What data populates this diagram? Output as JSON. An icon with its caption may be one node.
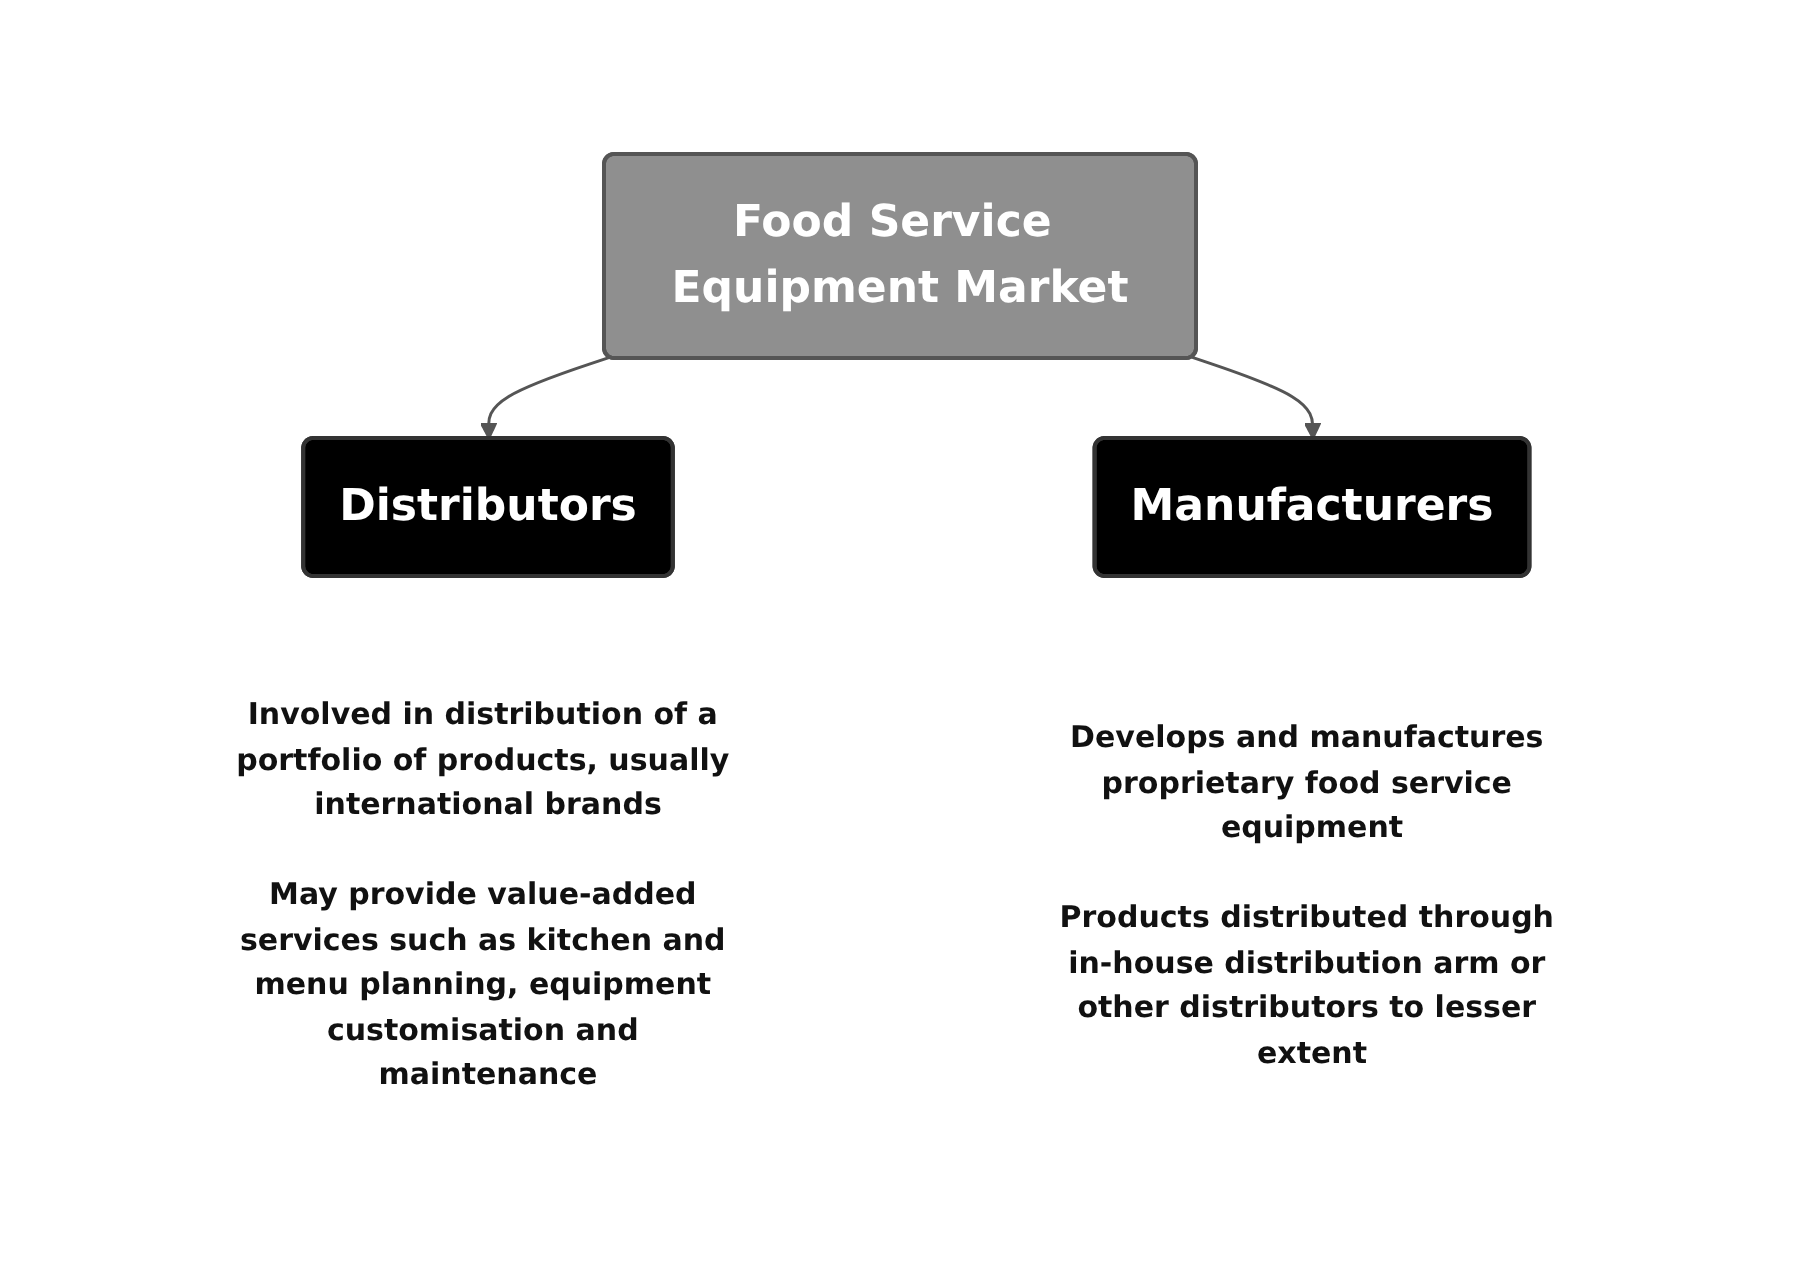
{
  "diagram": {
    "nodes": [
      {
        "text": [
          "Food Service Equipment Market"
        ]
      },
      {
        "text": [
          "Distributors"
        ],
        "beside": [
          "Involved in distribution of a portfolio of products, usually international brands",
          "May provide value-added services such as kitchen and menu planning, equipment customisation and maintenance"
        ]
      },
      {
        "text": [
          "Manufacturers"
        ],
        "beside": [
          "Develops and manufactures proprietary food service equipment",
          "Products distributed through in-house distribution arm or other distributors to lesser extent"
        ]
      }
    ],
    "edges": [
      {
        "from": 0,
        "to": 1,
        "arrow": "to"
      },
      {
        "from": 0,
        "to": 2,
        "arrow": "to"
      }
    ]
  }
}
